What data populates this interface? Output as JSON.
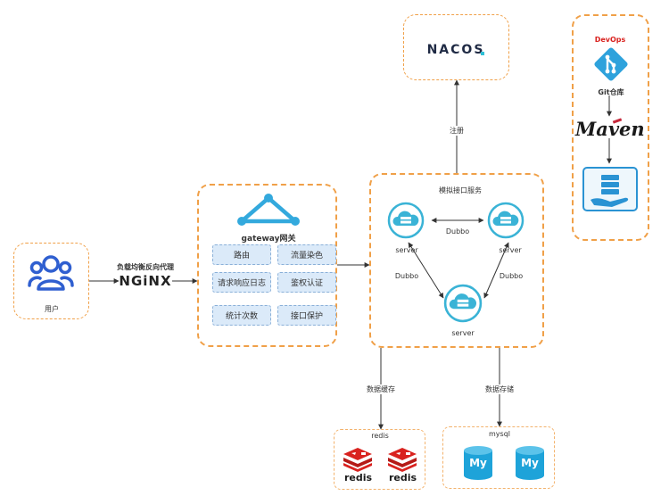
{
  "user": {
    "label": "用户"
  },
  "nginx": {
    "caption": "负载均衡反向代理",
    "logo": "NGiNX"
  },
  "gateway": {
    "title": "gateway网关",
    "features": [
      "路由",
      "流量染色",
      "请求响应日志",
      "鉴权认证",
      "统计次数",
      "接口保护"
    ]
  },
  "service": {
    "title": "模拟接口服务",
    "servers": [
      "server",
      "server",
      "server"
    ],
    "links": [
      "Dubbo",
      "Dubbo",
      "Dubbo"
    ]
  },
  "nacos": {
    "logo": "NACOS",
    "edge_label": "注册"
  },
  "devops": {
    "title": "DevOps",
    "git_label": "Git仓库",
    "maven": "Maven"
  },
  "redis": {
    "title": "redis",
    "edge_label": "数据缓存",
    "logos": [
      "redis",
      "redis"
    ]
  },
  "mysql": {
    "title": "mysql",
    "edge_label": "数据存储",
    "logos": [
      "My",
      "My"
    ]
  },
  "colors": {
    "accent": "#f0a048",
    "blue": "#2f6fd6",
    "cyan": "#3ab3d6",
    "red": "#d9221f"
  }
}
